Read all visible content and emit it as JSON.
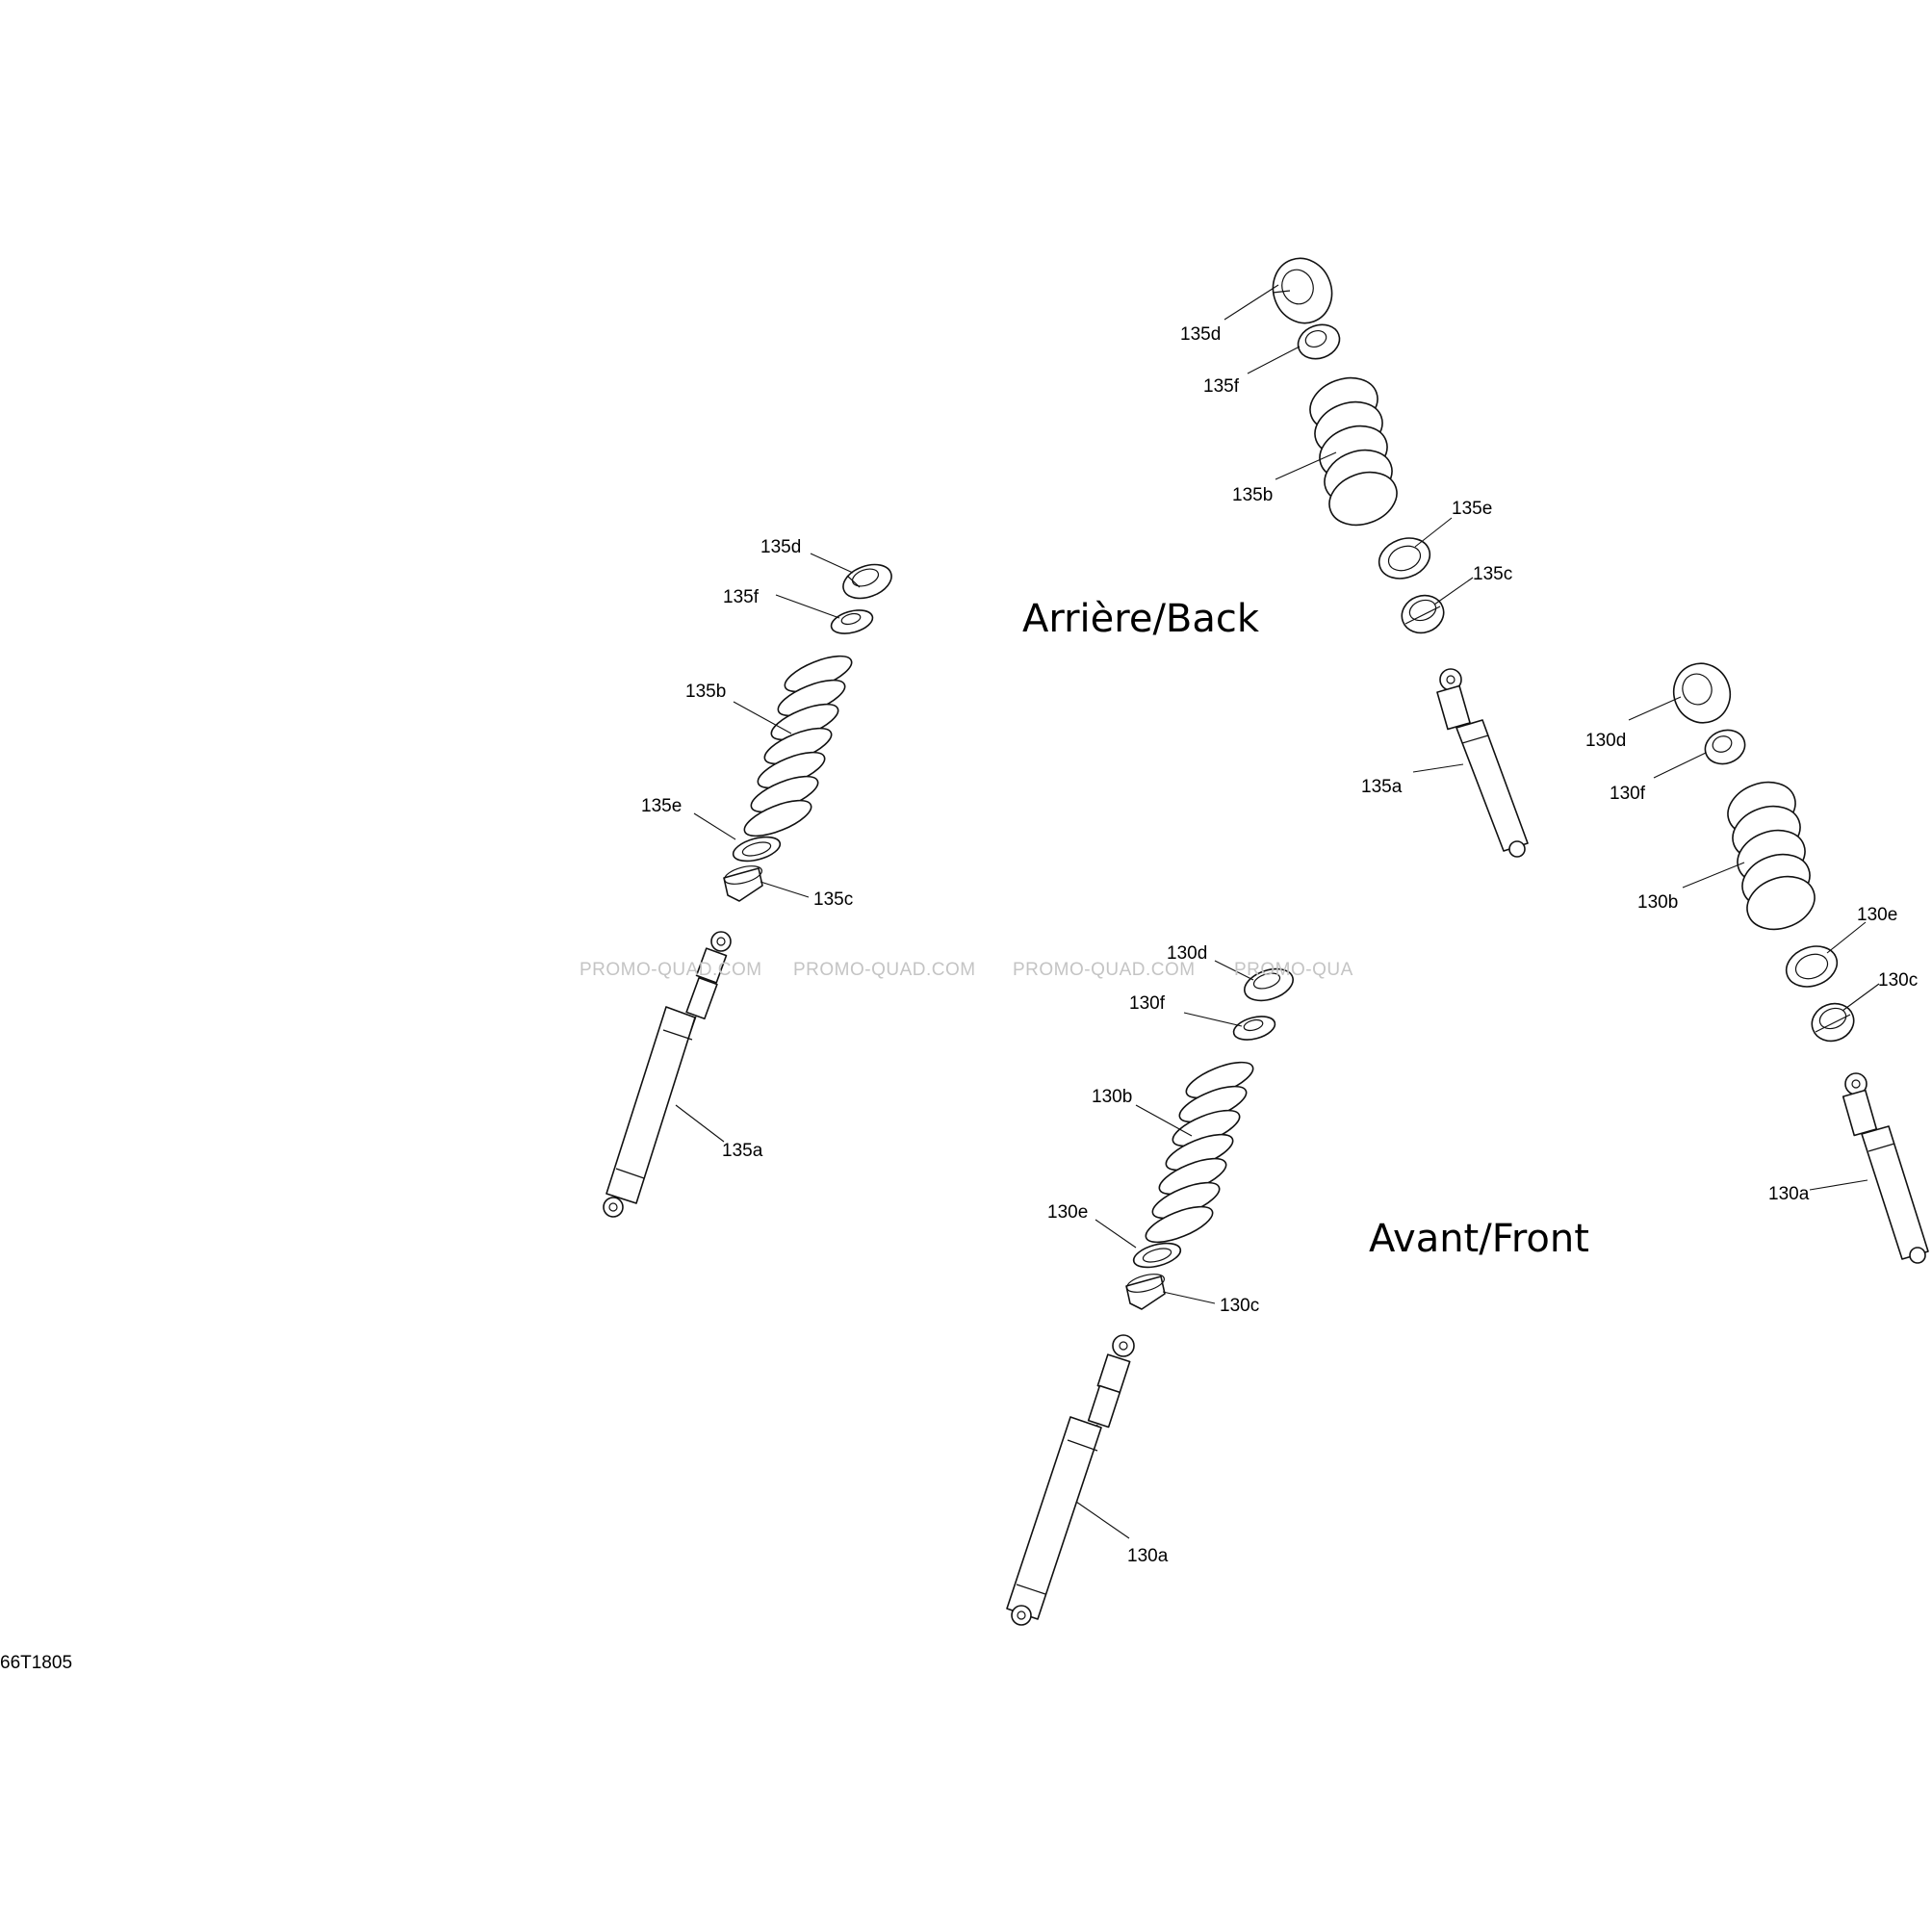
{
  "drawing_ref": "66T1805",
  "section_labels": {
    "rear": "Arrière/Back",
    "front": "Avant/Front"
  },
  "watermark": {
    "segments": [
      "PROMO-QUAD.COM",
      "PROMO-QUAD.COM",
      "PROMO-QUAD.COM",
      "PROMO-QUA"
    ]
  },
  "callouts": [
    "135d",
    "135f",
    "135b",
    "135e",
    "135c",
    "135a",
    "135d",
    "135f",
    "135b",
    "135e",
    "135c",
    "135a",
    "130d",
    "130f",
    "130b",
    "130e",
    "130c",
    "130a",
    "130d",
    "130f",
    "130b",
    "130e",
    "130c",
    "130a"
  ],
  "colors": {
    "line": "#111111",
    "watermark": "#c4c4c4",
    "background": "#ffffff"
  }
}
